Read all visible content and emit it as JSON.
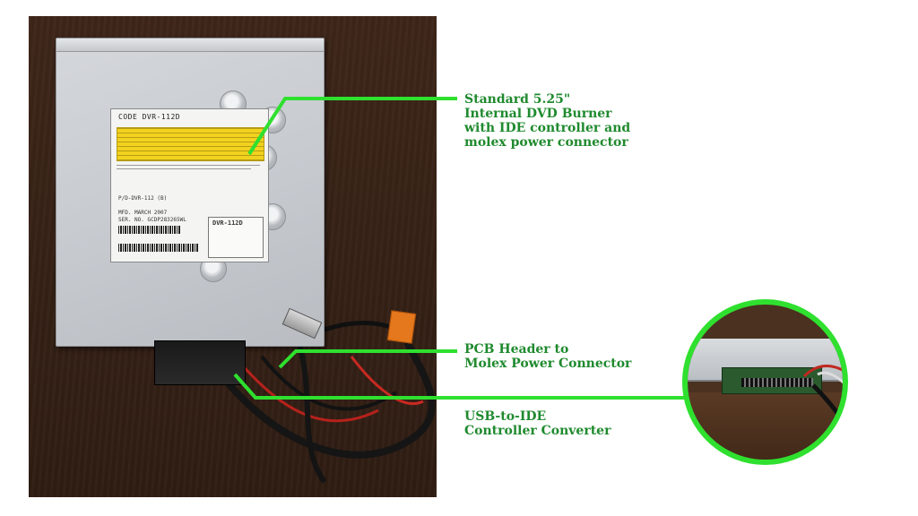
{
  "callouts": {
    "drive": [
      "Standard 5.25\"",
      "Internal DVD Burner",
      "with IDE controller and",
      "molex power connector"
    ],
    "header": [
      "PCB Header to",
      "Molex Power Connector"
    ],
    "converter": [
      "USB-to-IDE",
      "Controller Converter"
    ]
  },
  "drive_label": {
    "code": "CODE DVR-112D",
    "model": "DVR-112D",
    "mfd": "MFD. MARCH 2007",
    "ser": "SER. NO. GCDP283265WL",
    "part": "P/D-DVR-112 (B)"
  },
  "colors": {
    "annotation_text": "#1f8a2e",
    "annotation_line": "#2fe02f",
    "background": "#ffffff"
  }
}
